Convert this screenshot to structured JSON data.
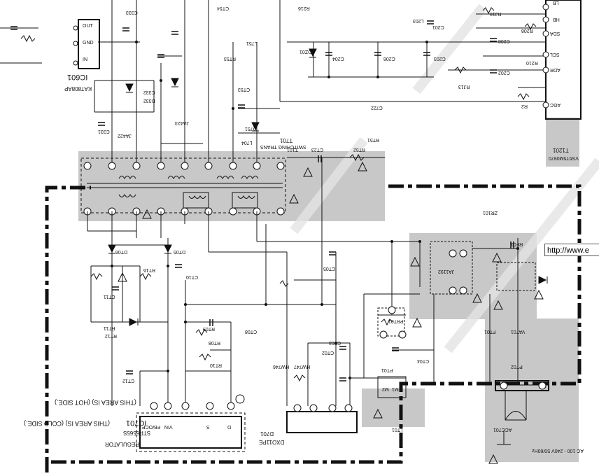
{
  "diagram": {
    "tooltip": "http://www.e",
    "ic_regulator": {
      "ref": "IC701",
      "part": "STR6565S",
      "func": "REGULATOR"
    },
    "pins_ic701": [
      "FB/OCP",
      "VIN",
      "S",
      "D"
    ],
    "ic_small": {
      "ref": "IC601",
      "part": "KA7808AP",
      "pins": [
        "OUT",
        "GND",
        "IN"
      ]
    },
    "transformer": {
      "ref": "T701",
      "part": "SWITCHING TRANS"
    },
    "bridge": {
      "ref": "D701",
      "part": "DXO11PE"
    },
    "connector_right": {
      "ref": "T1201",
      "part": "VS5T5M0970",
      "pins": [
        "LB",
        "HB",
        "SDA",
        "SCL",
        "ADR",
        "AGC"
      ]
    },
    "notes": [
      "(THIS AREA IS) (HOT SIDE.)",
      "(THIS AREA IS) (COLD SIDE.)"
    ],
    "mains": "AC 100 - 240V 50/60Hz",
    "labels": [
      "C333",
      "C331",
      "C332",
      "D332",
      "CT54",
      "L751",
      "RT53",
      "CT53",
      "D751",
      "RT51",
      "RT52",
      "C722",
      "CT08",
      "RT08",
      "RT09",
      "RT10",
      "CT12",
      "RT11",
      "RT12",
      "RT16",
      "CT11",
      "DT06",
      "DT05",
      "CT10",
      "CT04",
      "CT05",
      "CT03",
      "CT02",
      "PRT01",
      "PT01",
      "VAT01",
      "ACC701",
      "FT01",
      "JA1192",
      "HW747",
      "HW746",
      "PT02",
      "RF01",
      "ZR101",
      "L203",
      "R216",
      "DZ01",
      "C204",
      "C206",
      "C203",
      "C201",
      "R208",
      "R210",
      "RJ19",
      "C208",
      "C202",
      "L704",
      "RJ13",
      "R2",
      "JA422",
      "JA423",
      "LT01",
      "M1",
      "M2",
      "T101",
      "CT23"
    ]
  }
}
